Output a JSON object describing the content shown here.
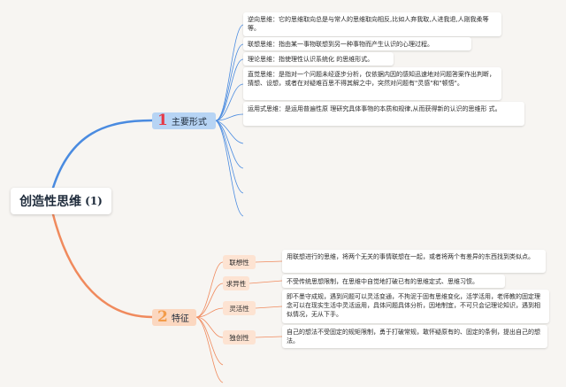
{
  "root": {
    "title": "创造性思维",
    "suffix": "(1)"
  },
  "branches": [
    {
      "num": "1",
      "label": "主要形式",
      "color": "#4a8be0",
      "notes": [
        "逆向思维：它的思维取向总是与常人的思维取向相反,比如人弃我取,人进我退,人刚我柔等等。",
        "联想思维：指由某一事物联想到另一种事物而产生认识的心理过程。",
        "理论思维：指使理性认识系统化 的思维形式。",
        "直觉思维：是指对一个问题未经逐步分析，仅依据内因的感知迅速地对问题答案作出判断，猜想、设想，或者在对疑难百思不得其解之中，突然对问题有\"灵感\"和\"顿悟\"。",
        "运用式思维：是运用普遍性原 理研究具体事物的本质和规律,从而获得新的认识的思维形 式。"
      ]
    },
    {
      "num": "2",
      "label": "特征",
      "color": "#f08a5d",
      "items": [
        {
          "label": "联想性",
          "note": "用联想进行的思维，将两个无关的事情联想在一起，或者将两个有差异的东西找到类似点。"
        },
        {
          "label": "求异性",
          "note": "不受传统思想限制，在思维中自觉地打破已有的思维定式、思维习惯。"
        },
        {
          "label": "灵活性",
          "note": "即不墨守成规，遇到问题可以灵活变通，不拘泥于固有思维变化，活学活用，老师教的固定理念可以在现实生活中灵活运用，具体问题具体分析，因地制宜，不可只会记理论知识，遇到相似情况，无从下手。"
        },
        {
          "label": "独创性",
          "note": "自己的想法不受固定的规矩限制，勇于打破常规，敢怀疑原有的、固定的条例，提出自己的想法。"
        }
      ]
    }
  ]
}
